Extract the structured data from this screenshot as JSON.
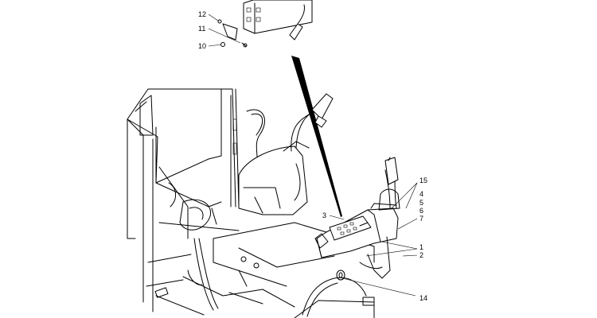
{
  "callouts": {
    "c12": "12",
    "c11": "11",
    "c10": "10",
    "c3": "3",
    "c15": "15",
    "c4": "4",
    "c5": "5",
    "c6": "6",
    "c7": "7",
    "c1": "1",
    "c2": "2",
    "c14": "14"
  }
}
